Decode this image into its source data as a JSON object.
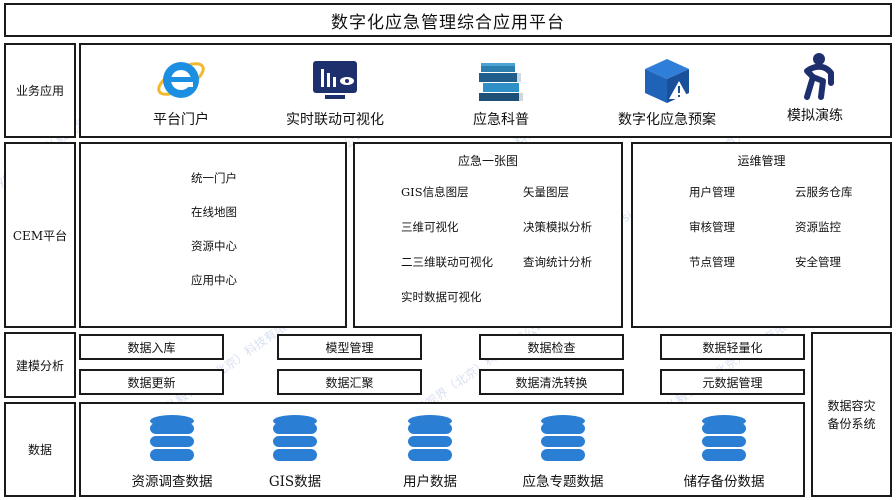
{
  "title": "数字化应急管理综合应用平台",
  "rows": {
    "business": "业务应用",
    "cem": "CEM平台",
    "modeling": "建模分析",
    "data": "数据"
  },
  "apps": [
    {
      "label": "平台门户",
      "icon": "ie-browser-icon"
    },
    {
      "label": "实时联动可视化",
      "icon": "monitor-eye-icon"
    },
    {
      "label": "应急科普",
      "icon": "books-icon"
    },
    {
      "label": "数字化应急预案",
      "icon": "warning-box-icon"
    },
    {
      "label": "模拟演练",
      "icon": "person-exercise-icon"
    }
  ],
  "portal_items": [
    "统一门户",
    "在线地图",
    "资源中心",
    "应用中心"
  ],
  "emergency_map": {
    "title": "应急一张图",
    "items": [
      "GIS信息图层",
      "矢量图层",
      "三维可视化",
      "决策模拟分析",
      "二三维联动可视化",
      "查询统计分析",
      "实时数据可视化"
    ]
  },
  "ops": {
    "title": "运维管理",
    "items": [
      "用户管理",
      "云服务仓库",
      "审核管理",
      "资源监控",
      "节点管理",
      "安全管理"
    ]
  },
  "tools": [
    "数据入库",
    "模型管理",
    "数据检查",
    "数据轻量化",
    "数据更新",
    "数据汇聚",
    "数据清洗转换",
    "元数据管理"
  ],
  "backup": "数据容灾备份系统",
  "databases": [
    "资源调查数据",
    "GIS数据",
    "用户数据",
    "应急专题数据",
    "储存备份数据"
  ],
  "watermark": "www.hysj-vr.com弘毅视界（北京）科技有限公司",
  "colors": {
    "accent_blue": "#1d6fd1",
    "db_blue": "#2a7fd4",
    "dark_navy": "#1e2f6e",
    "border": "#1a1a1a"
  }
}
